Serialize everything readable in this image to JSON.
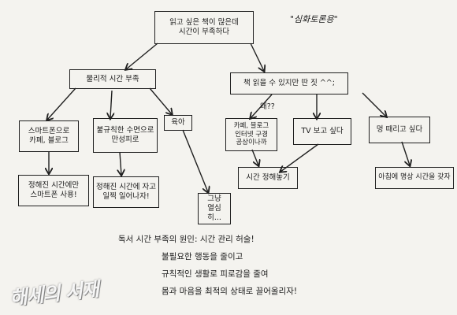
{
  "title_note": "\"심화토론용\"",
  "root": [
    "읽고 싶은 책이 많은데",
    "시간이 부족하다"
  ],
  "physical": "물리적 시간 부족",
  "readable": "책 읽을 수 있지만 딴 짓 ^^;",
  "why": "왜??",
  "p1": [
    "스마트폰으로",
    "카페, 블로그"
  ],
  "p1_sol": [
    "정해진 시간에만",
    "스마트폰 사용!"
  ],
  "p2": [
    "불규칙한 수면으로",
    "만성피로"
  ],
  "p2_sol": [
    "정해진 시간에 자고",
    "일찍 일어나자!"
  ],
  "p3": "육아",
  "p3_sol": [
    "그냥",
    "열심히..."
  ],
  "r1": [
    "카페, 블로그",
    "인터넷 구경",
    "공상이나까"
  ],
  "r2": "TV 보고 싶다",
  "r3": "멍 때리고 싶다",
  "r_sol": "시간 정해놓기",
  "r3_sol": "아침에 명상 시간을 갖자",
  "conclusion": [
    "독서 시간 부족의 원인: 시간 관리 허술!",
    "불필요한 행동을 줄이고",
    "규칙적인 생활로 피로감을 줄여",
    "몸과 마음을 최적의 상태로 끌어올리자!"
  ],
  "watermark": "해세의 서재"
}
